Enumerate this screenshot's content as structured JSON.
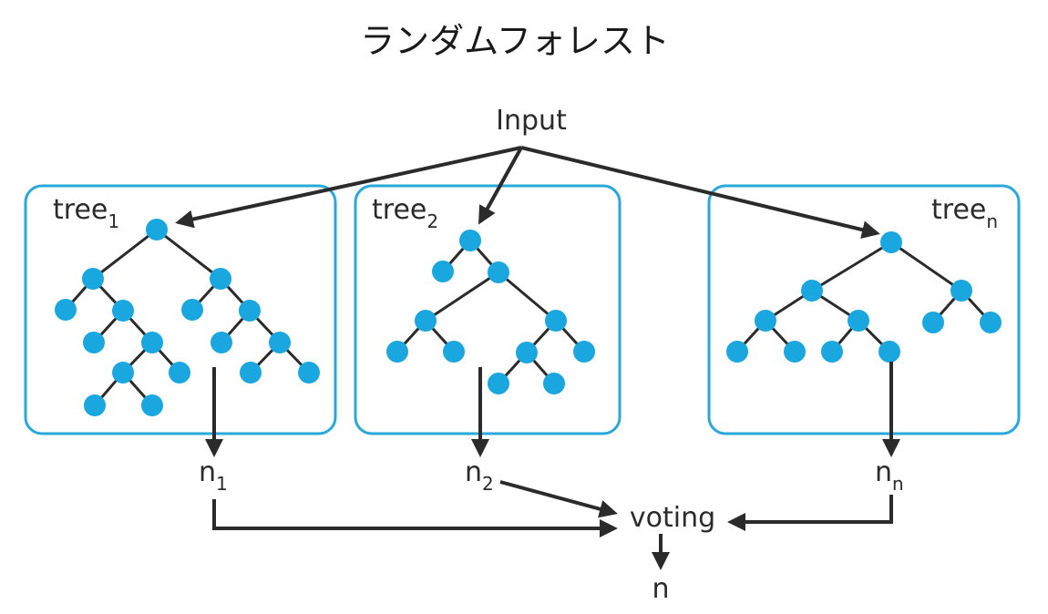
{
  "title": "ランダムフォレスト",
  "input_label": "Input",
  "trees": [
    {
      "base": "tree",
      "sub": "1"
    },
    {
      "base": "tree",
      "sub": "2"
    },
    {
      "base": "tree",
      "sub": "n"
    }
  ],
  "outputs": [
    {
      "base": "n",
      "sub": "1"
    },
    {
      "base": "n",
      "sub": "2"
    },
    {
      "base": "n",
      "sub": "n"
    }
  ],
  "voting_label": "voting",
  "result_label": "n",
  "colors": {
    "node": "#1aa7e0",
    "box": "#29a8dc",
    "line": "#2b2b2b"
  }
}
